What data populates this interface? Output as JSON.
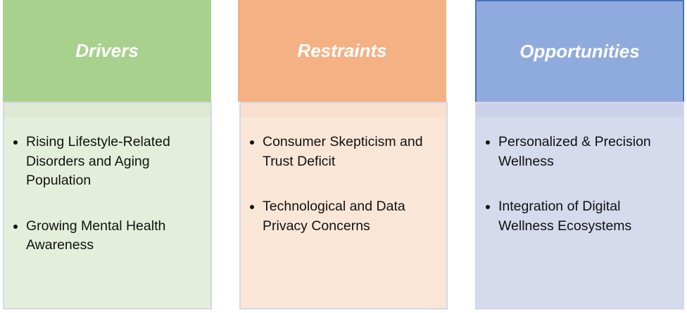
{
  "columns": [
    {
      "title": "Drivers",
      "header_color": "#a9d18e",
      "body_color": "#e3efda",
      "strip_color": "#dde9d1",
      "items": [
        "Rising Lifestyle-Related Disorders and Aging Population",
        "Growing Mental Health Awareness"
      ]
    },
    {
      "title": "Restraints",
      "header_color": "#f4b183",
      "body_color": "#fae6d7",
      "strip_color": "#f9e0ce",
      "items": [
        "Consumer Skepticism and Trust Deficit",
        "Technological and Data Privacy Concerns"
      ]
    },
    {
      "title": "Opportunities",
      "header_color": "#8faadc",
      "body_color": "#d5daec",
      "strip_color": "#cbd1e8",
      "items": [
        "Personalized & Precision Wellness",
        "Integration of Digital Wellness Ecosystems"
      ]
    }
  ]
}
